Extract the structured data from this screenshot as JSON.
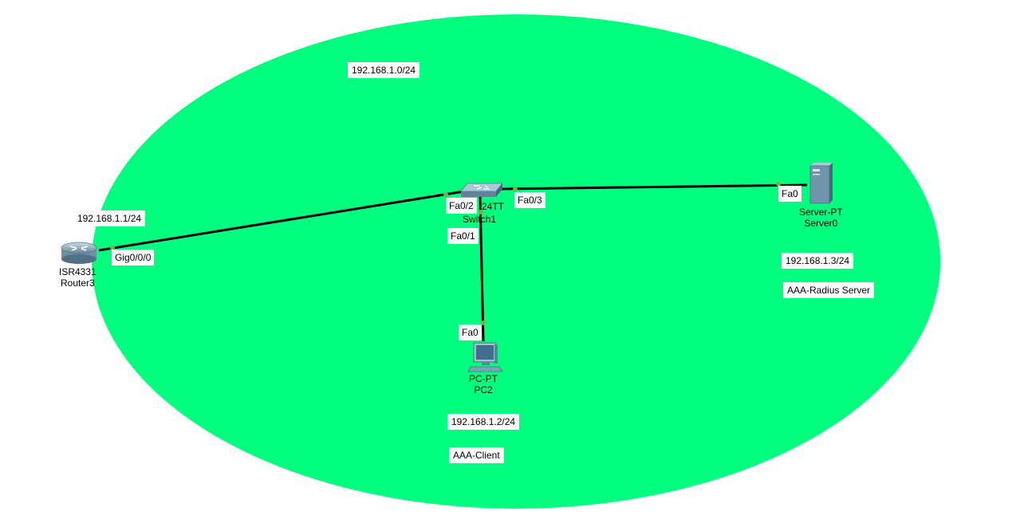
{
  "network": {
    "subnet_label": "192.168.1.0/24",
    "area_color": "#00ff7f",
    "link_color": "#000000",
    "port_dot_color": "#7fae3a"
  },
  "router": {
    "icon": "router-icon",
    "model": "ISR4331",
    "name": "Router3",
    "ip": "192.168.1.1/24",
    "port": "Gig0/0/0"
  },
  "switch": {
    "icon": "switch-icon",
    "model_suffix": "24TT",
    "name": "Switch1",
    "ports": {
      "to_router": "Fa0/2",
      "to_pc": "Fa0/1",
      "to_server": "Fa0/3"
    }
  },
  "pc": {
    "icon": "pc-icon",
    "model": "PC-PT",
    "name": "PC2",
    "port": "Fa0",
    "ip": "192.168.1.2/24",
    "role": "AAA-Client"
  },
  "server": {
    "icon": "server-icon",
    "model": "Server-PT",
    "name": "Server0",
    "port": "Fa0",
    "ip": "192.168.1.3/24",
    "role": "AAA-Radius Server"
  }
}
